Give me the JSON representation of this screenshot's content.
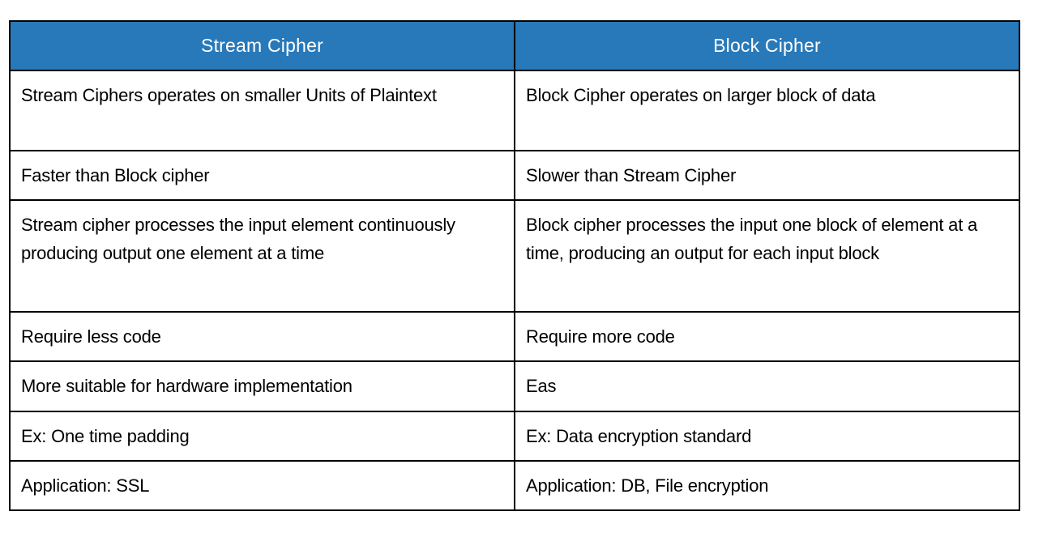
{
  "document": {
    "background_color": "#ffffff",
    "border_color": "#000000"
  },
  "table": {
    "title": "Stream Cipher vs Block Cipher comparison table",
    "header": {
      "bg_color": "#2879B9",
      "text_color": "#ffffff",
      "stream_label": "Stream Cipher",
      "block_label": "Block Cipher"
    },
    "rows": [
      {
        "stream": "Stream Ciphers operates on smaller Units of Plaintext",
        "block": "Block Cipher operates on larger block of data"
      },
      {
        "stream": "Faster than Block cipher",
        "block": "Slower than Stream Cipher"
      },
      {
        "stream": "Stream cipher processes the input element continuously producing output one element at a time",
        "block": "Block cipher processes the input one block of element at a time, producing an output for each input block"
      },
      {
        "stream": "Require less code",
        "block": "Require more code"
      },
      {
        "stream": "More suitable for hardware implementation",
        "block": "Eas"
      },
      {
        "stream": "Ex: One time padding",
        "block": "Ex: Data encryption standard"
      },
      {
        "stream": "Application: SSL",
        "block": "Application: DB, File encryption"
      }
    ]
  }
}
